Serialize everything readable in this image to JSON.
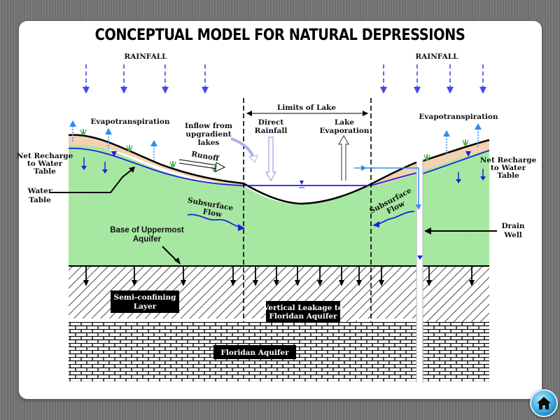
{
  "title": "CONCEPTUAL MODEL FOR NATURAL DEPRESSIONS",
  "labels": {
    "rainfall_left": "RAINFALL",
    "rainfall_right": "RAINFALL",
    "evapotranspiration_left": "Evapotranspiration",
    "evapotranspiration_right": "Evapotranspiration",
    "inflow": [
      "Inflow from",
      "upgradient",
      "lakes"
    ],
    "limits_of_lake": "Limits of Lake",
    "direct_rainfall": [
      "Direct",
      "Rainfall"
    ],
    "lake_evaporation": [
      "Lake",
      "Evaporation"
    ],
    "runoff": "Runoff",
    "net_recharge_left": [
      "Net Recharge",
      "to Water",
      "Table"
    ],
    "net_recharge_right": [
      "Net Recharge",
      "to Water",
      "Table"
    ],
    "water_table": [
      "Water",
      "Table"
    ],
    "subsurface_flow_left": [
      "Subsurface",
      "Flow"
    ],
    "subsurface_flow_right": [
      "Subsurface",
      "Flow"
    ],
    "base_of_aquifer": [
      "Base of Uppermost",
      "Aquifer"
    ],
    "drain_well": [
      "Drain",
      "Well"
    ],
    "semi_confining": [
      "Semi-confining",
      "Layer"
    ],
    "vertical_leakage": [
      "Vertical Leakage to",
      "Floridan Aquifer"
    ],
    "floridan_aquifer": "Floridan Aquifer"
  },
  "colors": {
    "aquifer_green": "#a8eaa3",
    "soil_tan": "#f2d2b2",
    "water_blue": "#1f1fe0",
    "rain_blue": "#4646f0",
    "evap_blue": "#2f8df0",
    "home_button": "#2a9ad6"
  },
  "nav": {
    "home_icon": "home-icon"
  }
}
